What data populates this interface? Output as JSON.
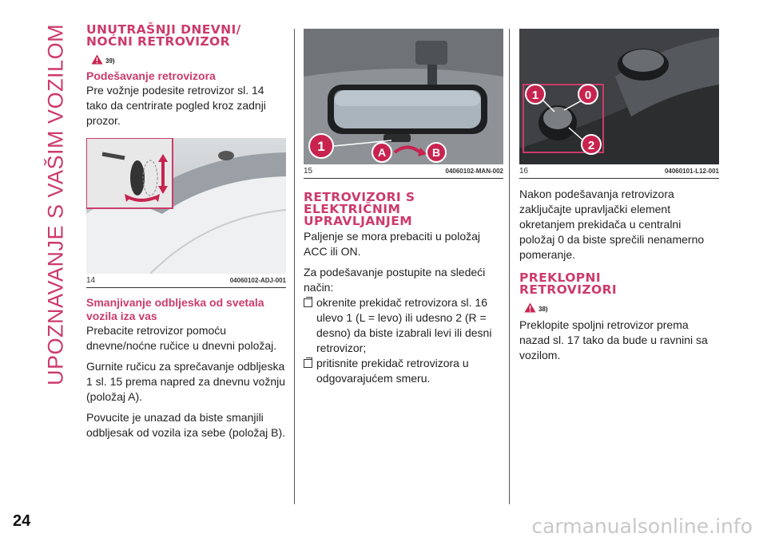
{
  "side_title": "UPOZNAVANJE S VAŠIM VOZILOM",
  "page_number": "24",
  "watermark": "carmanualsonline.info",
  "col1": {
    "heading": "UNUTRAŠNJI DNEVNI/ NOĆNI RETROVIZOR",
    "warning_ref": "39)",
    "sub1": "Podešavanje retrovizora",
    "p1": "Pre vožnje podesite retrovizor sl. 14 tako da centrirate pogled kroz zadnji prozor.",
    "figure": {
      "number": "14",
      "code": "04060102-ADJ-001"
    },
    "sub2": "Smanjivanje odbljeska od svetala vozila iza vas",
    "p2": "Prebacite retrovizor pomoću dnevne/noćne ručice u dnevni položaj.",
    "p3": "Gurnite ručicu za sprečavanje odbljeska 1 sl. 15 prema napred za dnevnu vožnju (položaj A).",
    "p4": "Povucite je unazad da biste smanjili odbljesak od vozila iza sebe (položaj B)."
  },
  "col2": {
    "figure": {
      "number": "15",
      "code": "04060102-MAN-002",
      "labels": [
        "1",
        "A",
        "B"
      ]
    },
    "heading": "RETROVIZORI S ELEKTRIČNIM UPRAVLJANJEM",
    "p1": "Paljenje se mora prebaciti u položaj ACC ili ON.",
    "p2": "Za podešavanje postupite na sledeći način:",
    "b1": "okrenite prekidač retrovizora sl. 16 ulevo 1 (L = levo) ili udesno 2 (R = desno) da biste izabrali levi ili desni retrovizor;",
    "b2": "pritisnite prekidač retrovizora u odgovarajućem smeru."
  },
  "col3": {
    "figure": {
      "number": "16",
      "code": "04060101-L12-001",
      "labels": [
        "1",
        "0",
        "2"
      ]
    },
    "p1": "Nakon podešavanja retrovizora zaključajte upravljački element okretanjem prekidača u centralni položaj 0 da biste sprečili nenamerno pomeranje.",
    "heading": "PREKLOPNI RETROVIZORI",
    "warning_ref": "38)",
    "p2": "Preklopite spoljni retrovizor prema nazad sl. 17 tako da bude u ravnini sa vozilom."
  },
  "colors": {
    "accent": "#cc3b6b",
    "callout": "#c8234f"
  },
  "icons": [
    "warning-triangle-icon",
    "checkbox-bullet-icon"
  ]
}
